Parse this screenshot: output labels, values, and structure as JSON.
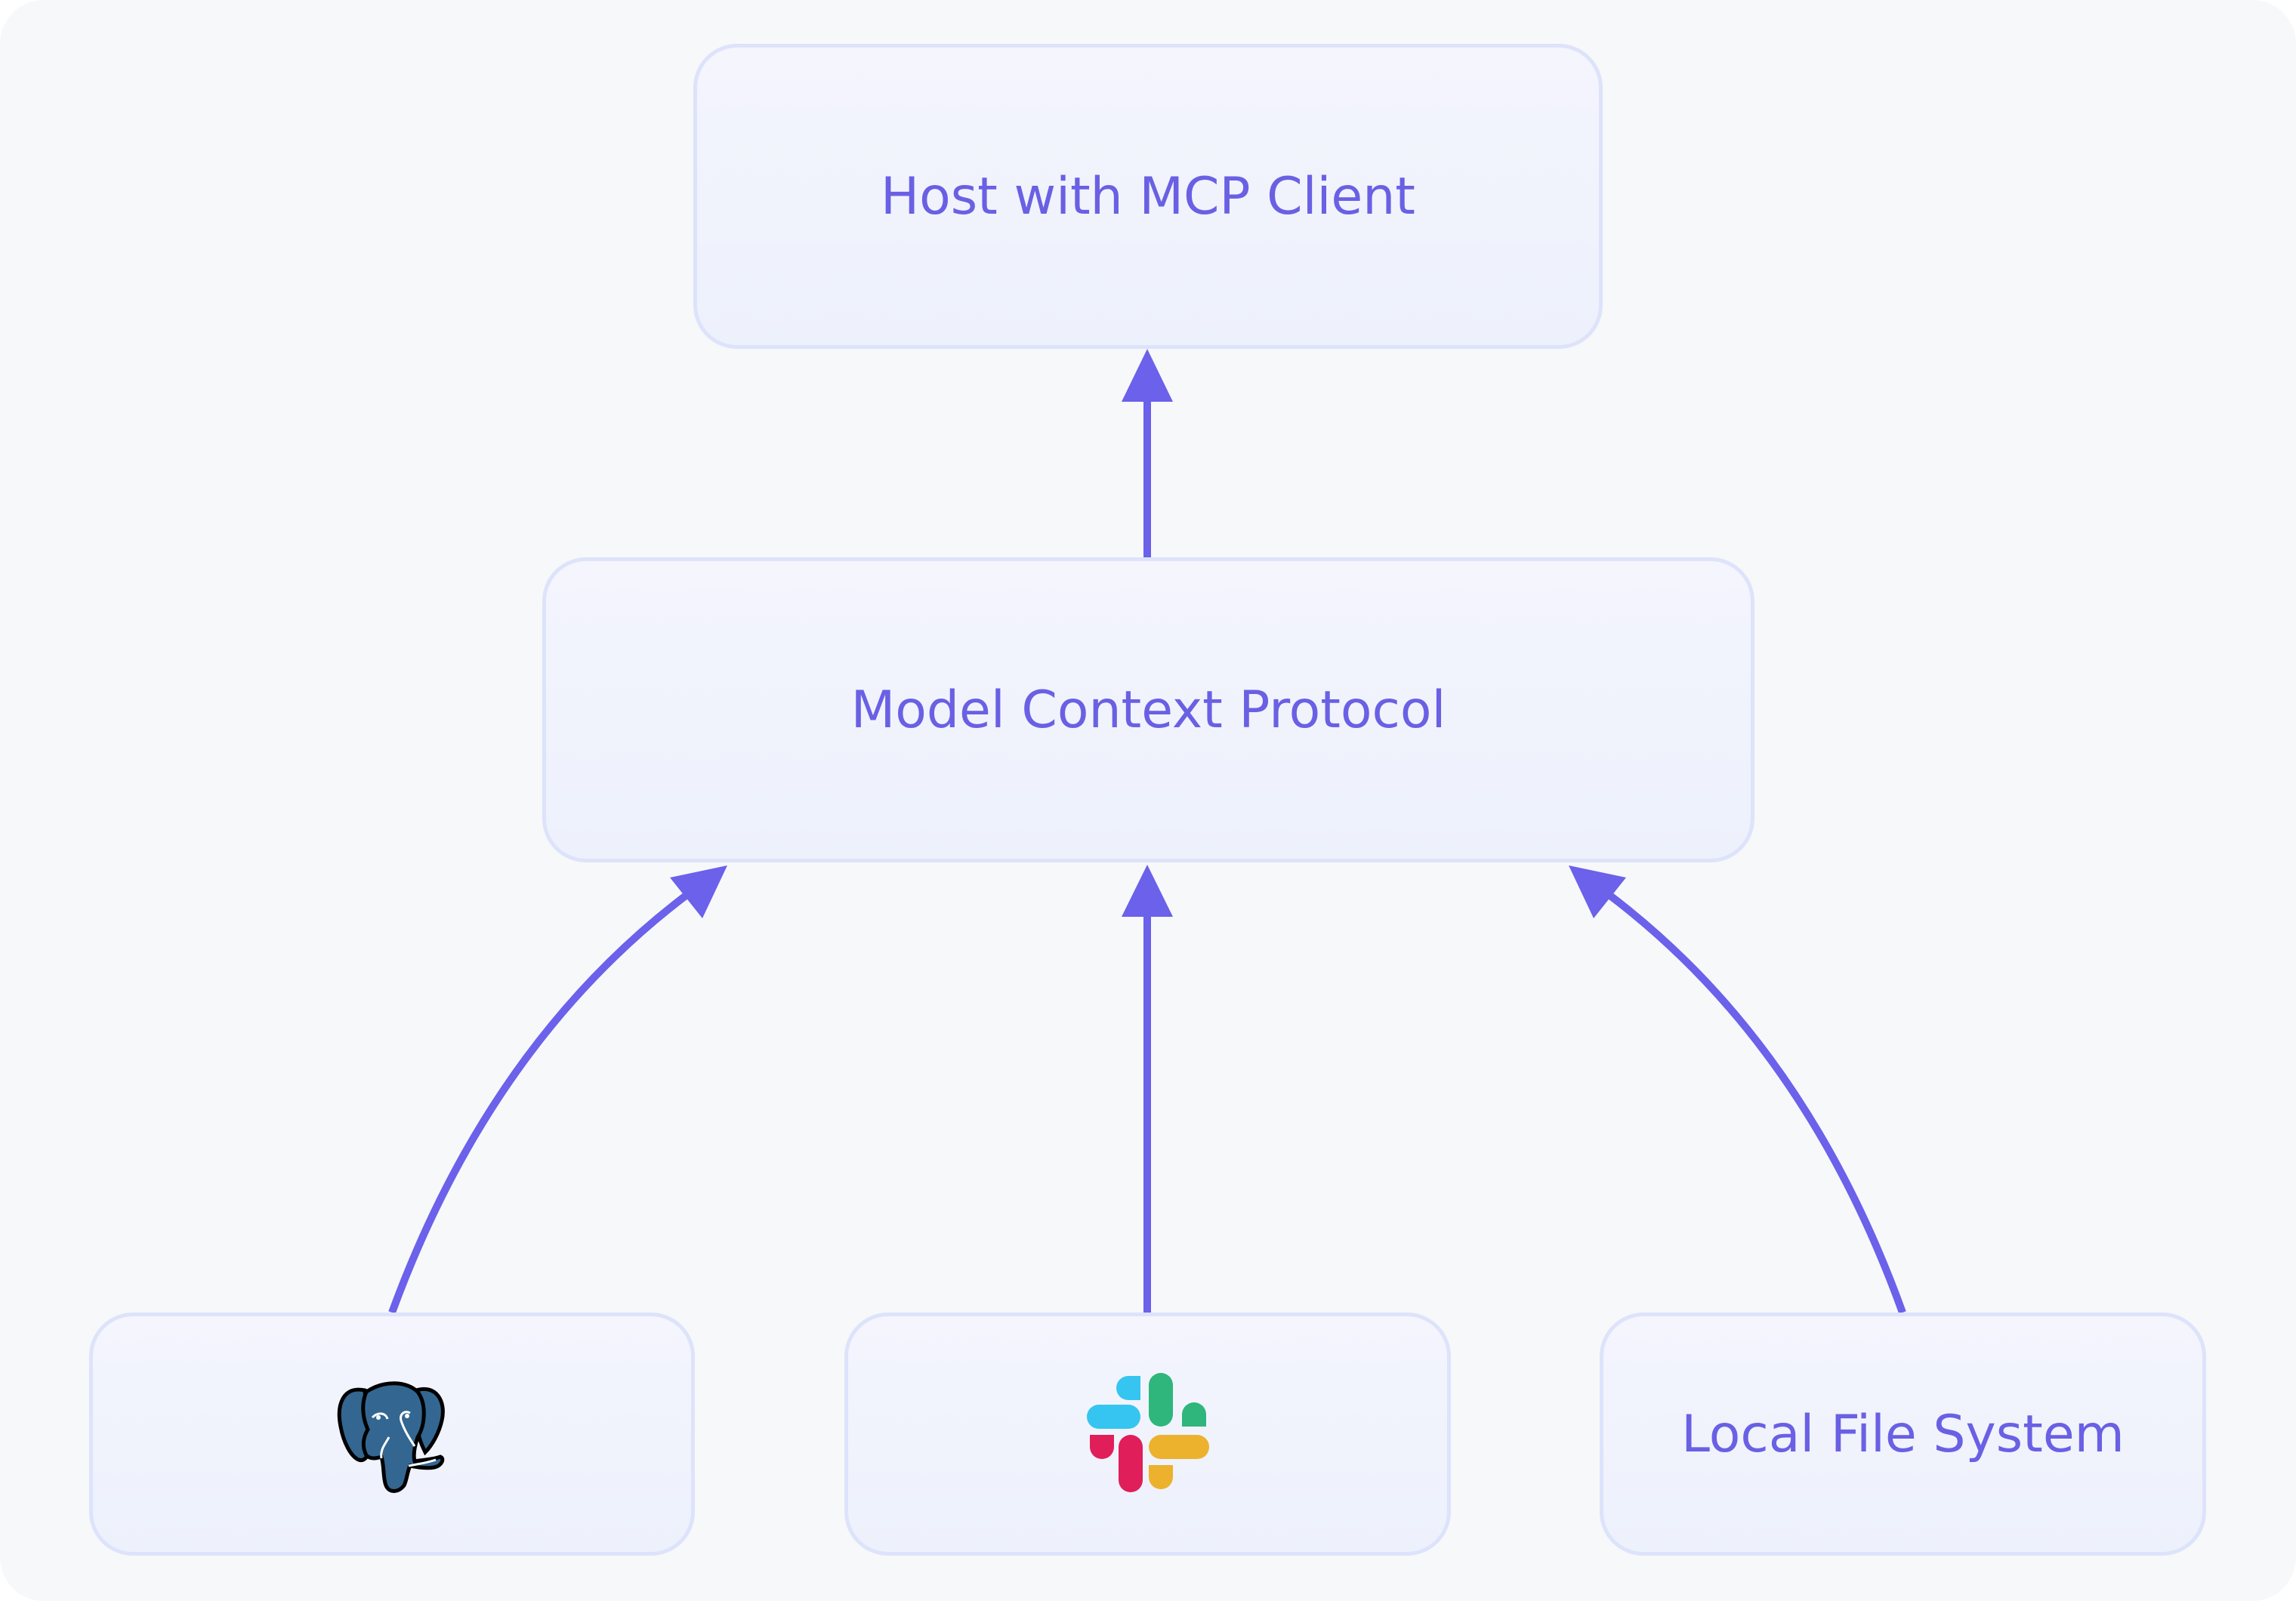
{
  "diagram": {
    "nodes": {
      "host": {
        "label": "Host with MCP Client"
      },
      "protocol": {
        "label": "Model Context Protocol"
      },
      "postgres": {
        "icon": "postgresql-elephant-icon"
      },
      "slack": {
        "icon": "slack-icon"
      },
      "filesystem": {
        "label": "Local File System"
      }
    },
    "edges": [
      {
        "from": "protocol",
        "to": "host"
      },
      {
        "from": "postgres",
        "to": "protocol"
      },
      {
        "from": "slack",
        "to": "protocol"
      },
      {
        "from": "filesystem",
        "to": "protocol"
      }
    ]
  },
  "colors": {
    "arrow": "#6b61ea",
    "label": "#6a60e4",
    "node_border": "#dde3fa",
    "background": "#f7f8fa",
    "postgres_blue": "#336791",
    "slack_blue": "#36c5f0",
    "slack_green": "#2eb67d",
    "slack_red": "#e01e5a",
    "slack_yellow": "#ecb22e"
  }
}
